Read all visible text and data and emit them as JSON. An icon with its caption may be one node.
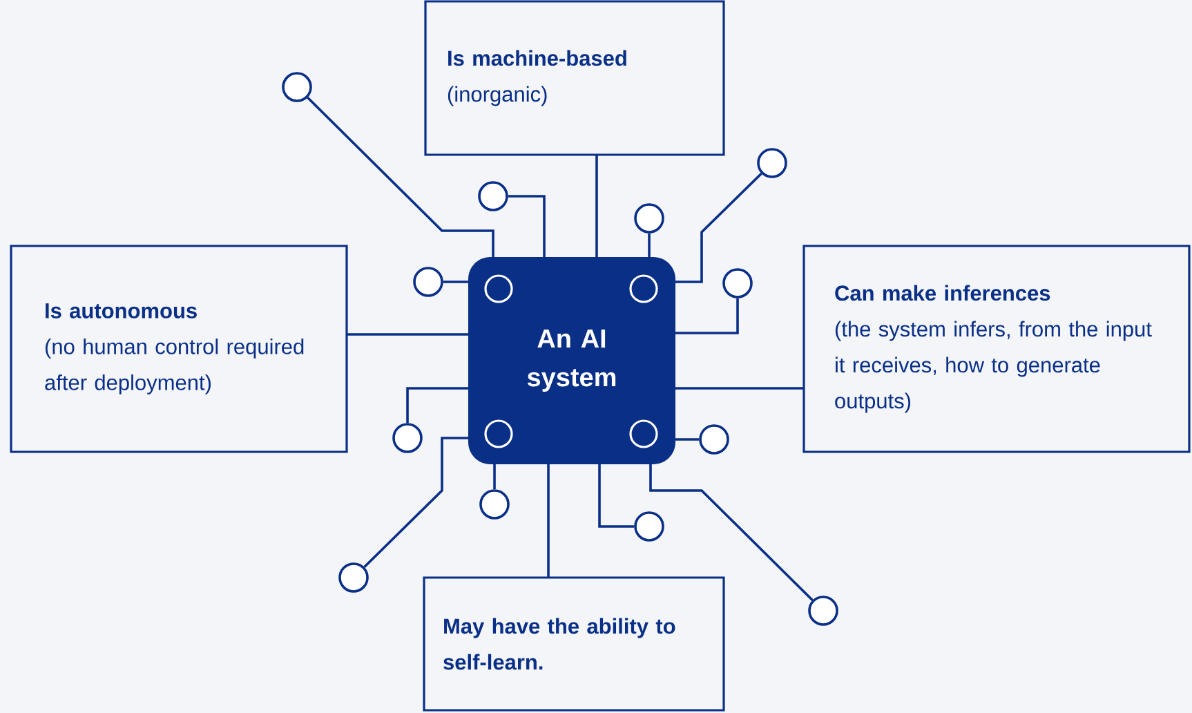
{
  "diagram": {
    "nodes": [
      {
        "text": [
          "An AI system"
        ]
      },
      {
        "text": [
          "Is machine-based",
          "(inorganic)"
        ]
      },
      {
        "text": [
          "Is autonomous",
          "(no human control required after deployment)"
        ]
      },
      {
        "text": [
          "Can make inferences",
          "(the system infers, from the input it receives, how to generate outputs)"
        ]
      },
      {
        "text": [
          "May have the ability to self-learn."
        ]
      },
      {
        "text": [],
        "shape": "circle"
      },
      {
        "text": [],
        "shape": "circle"
      },
      {
        "text": [],
        "shape": "circle"
      },
      {
        "text": [],
        "shape": "circle"
      },
      {
        "text": [],
        "shape": "circle"
      },
      {
        "text": [],
        "shape": "circle"
      },
      {
        "text": [],
        "shape": "circle"
      },
      {
        "text": [],
        "shape": "circle"
      },
      {
        "text": [],
        "shape": "circle"
      },
      {
        "text": [],
        "shape": "circle"
      },
      {
        "text": [],
        "shape": "circle"
      },
      {
        "text": [],
        "shape": "circle"
      }
    ],
    "edges": [
      {
        "from": 0,
        "to": 1,
        "arrow": "none"
      },
      {
        "from": 0,
        "to": 2,
        "arrow": "none"
      },
      {
        "from": 0,
        "to": 3,
        "arrow": "none"
      },
      {
        "from": 0,
        "to": 4,
        "arrow": "none"
      },
      {
        "from": 0,
        "to": 5,
        "arrow": "none"
      },
      {
        "from": 0,
        "to": 6,
        "arrow": "none"
      },
      {
        "from": 0,
        "to": 7,
        "arrow": "none"
      },
      {
        "from": 0,
        "to": 8,
        "arrow": "none"
      },
      {
        "from": 0,
        "to": 9,
        "arrow": "none"
      },
      {
        "from": 0,
        "to": 10,
        "arrow": "none"
      },
      {
        "from": 0,
        "to": 11,
        "arrow": "none"
      },
      {
        "from": 0,
        "to": 12,
        "arrow": "none"
      },
      {
        "from": 0,
        "to": 13,
        "arrow": "none"
      },
      {
        "from": 0,
        "to": 14,
        "arrow": "none"
      },
      {
        "from": 0,
        "to": 15,
        "arrow": "none"
      },
      {
        "from": 0,
        "to": 16,
        "arrow": "none"
      }
    ]
  }
}
